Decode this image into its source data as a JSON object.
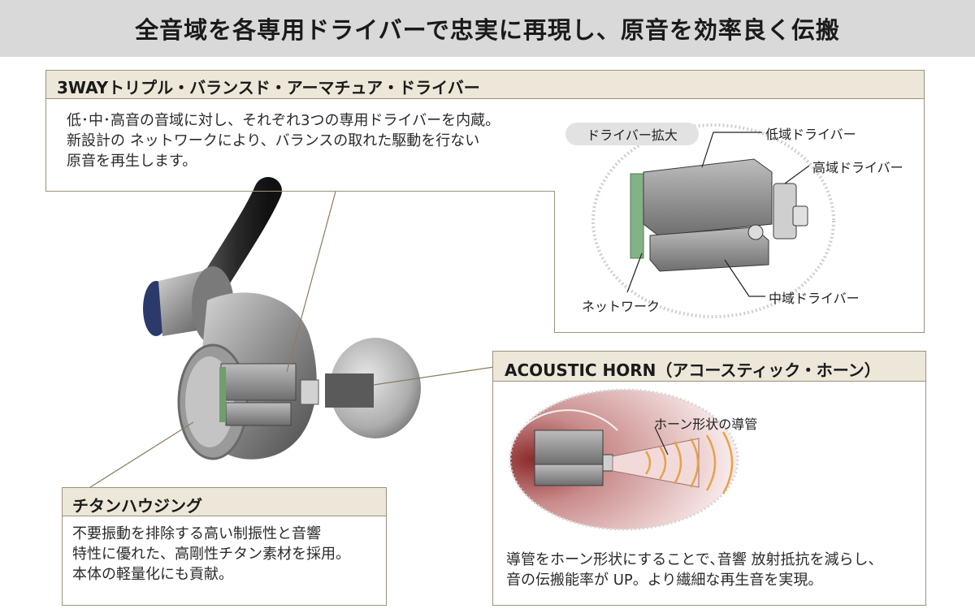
{
  "header": {
    "title": "全音域を各専用ドライバーで忠実に再現し、原音を効率良く伝搬"
  },
  "driver_box": {
    "title": "3WAYトリプル・バランスド・アーマチュア・ドライバー",
    "lines": [
      "低･中･高音の音域に対し、それぞれ3つの専用ドライバーを内蔵。",
      "新設計の ネットワークにより、バランスの取れた駆動を行ない",
      "原音を再生します。"
    ],
    "zoom_badge": "ドライバー拡大",
    "labels": {
      "low": "低域ドライバー",
      "high": "高域ドライバー",
      "mid": "中域ドライバー",
      "network": "ネットワーク"
    }
  },
  "horn_box": {
    "title": "ACOUSTIC HORN（アコースティック・ホーン）",
    "horn_label": "ホーン形状の導管",
    "lines": [
      "導管をホーン形状にすることで､音響 放射抵抗を減らし、",
      "音の伝搬能率が UP。より繊細な再生音を実現。"
    ]
  },
  "housing_box": {
    "title": "チタンハウジング",
    "lines": [
      "不要振動を排除する高い制振性と音響",
      "特性に優れた、高剛性チタン素材を採用。",
      "本体の軽量化にも貢献。"
    ]
  }
}
